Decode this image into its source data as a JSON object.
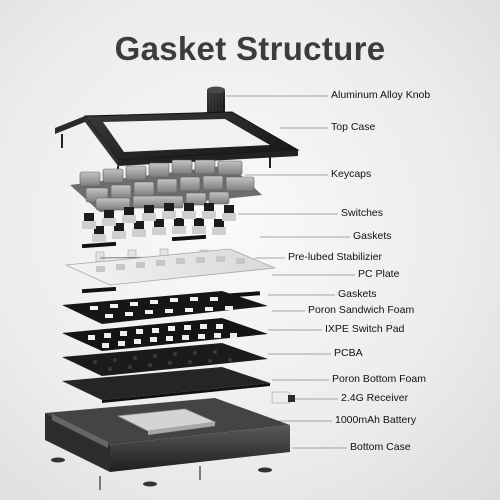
{
  "title": "Gasket Structure",
  "labels": {
    "knob": "Aluminum Alloy Knob",
    "top_case": "Top Case",
    "keycaps": "Keycaps",
    "switches": "Switches",
    "gaskets_1": "Gaskets",
    "stabilizer": "Pre-lubed Stabilizier",
    "pc_plate": "PC Plate",
    "gaskets_2": "Gaskets",
    "poron_sandwich": "Poron Sandwich Foam",
    "ixpe": "IXPE Switch Pad",
    "pcba": "PCBA",
    "poron_bottom": "Poron Bottom Foam",
    "receiver": "2.4G Receiver",
    "battery": "1000mAh Battery",
    "bottom_case": "Bottom Case"
  }
}
